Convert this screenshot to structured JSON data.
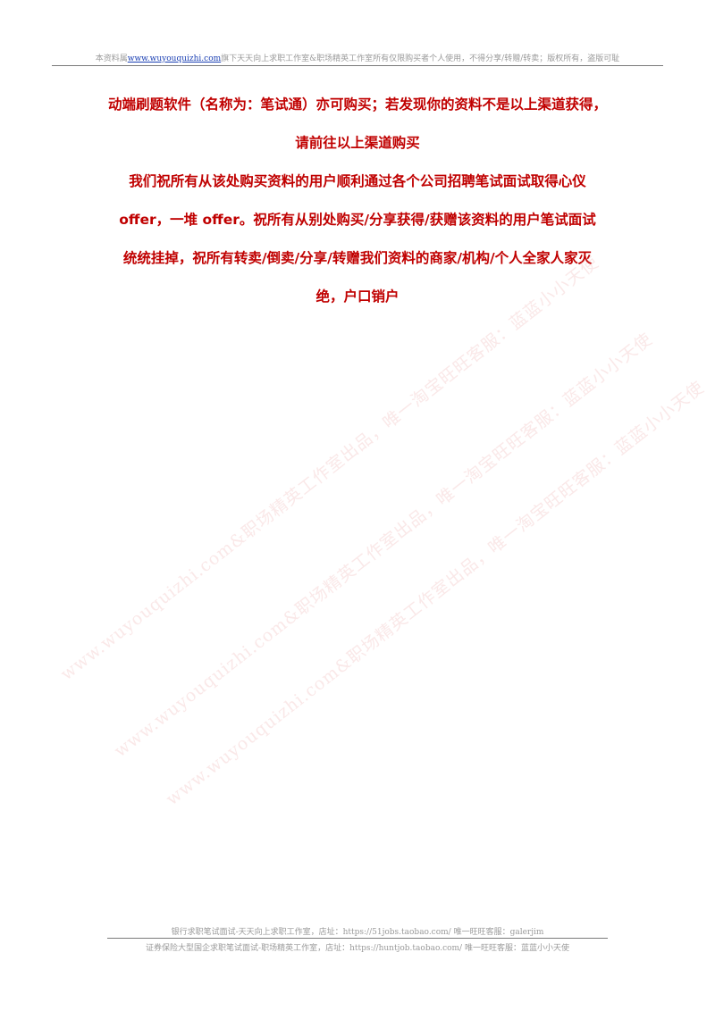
{
  "header": {
    "prefix": "本资料属",
    "link": "www.wuyouquizhi.com",
    "suffix": "旗下天天向上求职工作室&职场精英工作室所有仅限购买者个人使用，不得分享/转赠/转卖；版权所有，盗版可耻"
  },
  "content": {
    "lines": [
      "动端刷题软件（名称为：笔试通）亦可购买；若发现你的资料不是以上渠道获得，",
      "请前往以上渠道购买",
      "我们祝所有从该处购买资料的用户顺利通过各个公司招聘笔试面试取得心仪",
      "offer，一堆 offer。祝所有从别处购买/分享获得/获赠该资料的用户笔试面试",
      "统统挂掉，祝所有转卖/倒卖/分享/转赠我们资料的商家/机构/个人全家人家灭",
      "绝，户口销户"
    ]
  },
  "watermarks": [
    "www.wuyouquizhi.com&职场精英工作室出品，唯一淘宝旺旺客服：蓝蓝小小天使",
    "www.wuyouquizhi.com&职场精英工作室出品，唯一淘宝旺旺客服：蓝蓝小小天使",
    "www.wuyouquizhi.com&职场精英工作室出品，唯一淘宝旺旺客服：蓝蓝小小天使"
  ],
  "footer": {
    "line1": "银行求职笔试面试-天天向上求职工作室，店址：https://51jobs.taobao.com/ 唯一旺旺客服：galerjim",
    "line2": "证券保险大型国企求职笔试面试-职场精英工作室，店址：https://huntjob.taobao.com/ 唯一旺旺客服：蓝蓝小小天使"
  },
  "colors": {
    "text_red": "#c00000",
    "link_blue": "#1a3fb3",
    "header_gray": "#9a9a9a"
  }
}
